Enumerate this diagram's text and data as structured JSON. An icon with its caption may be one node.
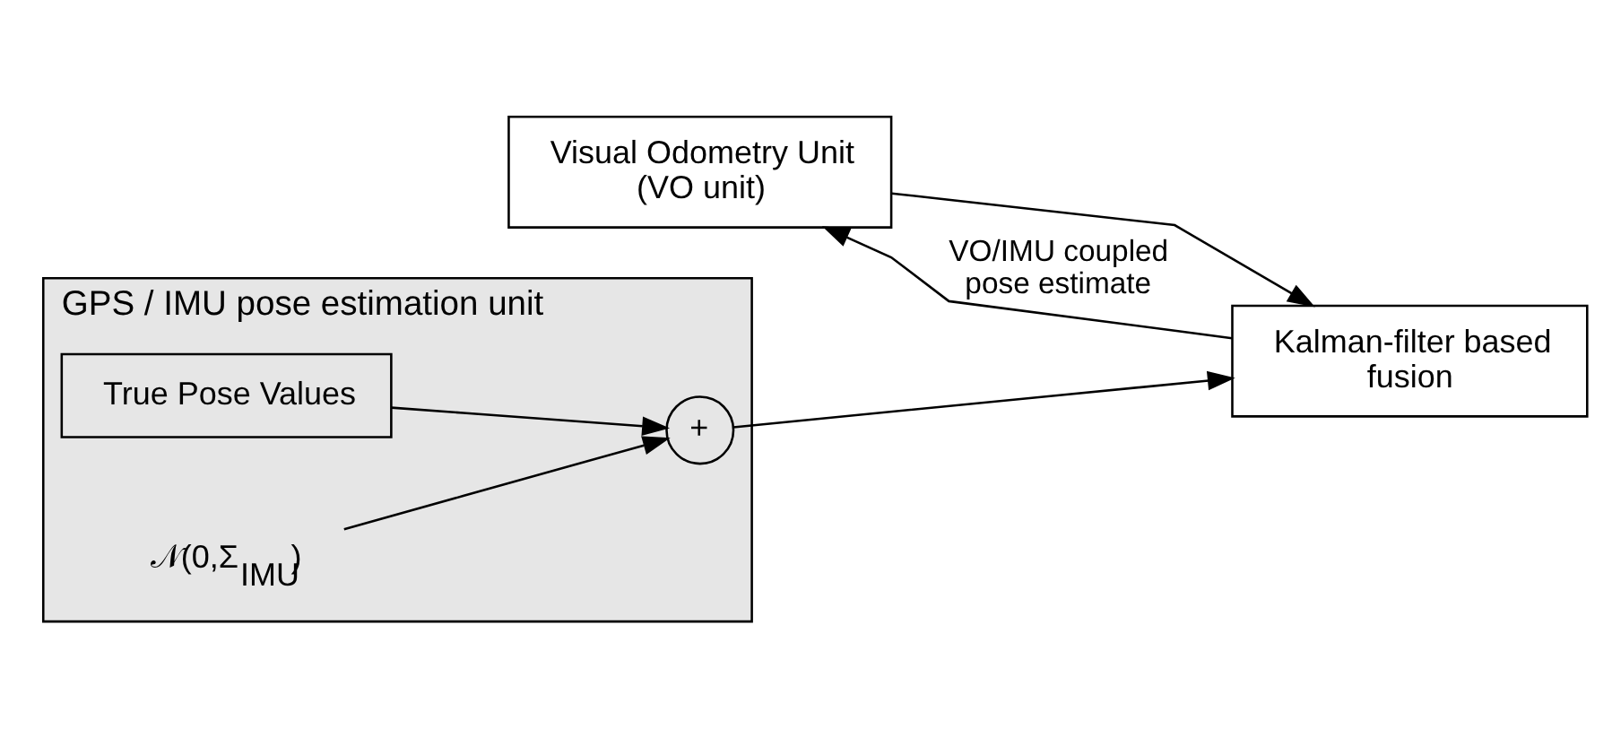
{
  "diagram": {
    "nodes": [
      {
        "text": [
          "Visual Odometry Unit (VO unit)"
        ]
      },
      {
        "text": [
          "Kalman-filter based fusion"
        ]
      },
      {
        "text": [
          "GPS / IMU pose estimation unit"
        ]
      },
      {
        "text": [
          "True Pose Values"
        ],
        "in": 2
      },
      {
        "text": [
          "𝒩(0,Σ$_{IMU}$)"
        ],
        "in": 2
      },
      {
        "text": [
          "+"
        ],
        "in": 2
      }
    ],
    "edges": [
      {
        "from": 1,
        "to": 0,
        "arrow": "to",
        "label": "VO/IMU coupled pose estimate"
      },
      {
        "from": 0,
        "to": 1,
        "arrow": "to"
      },
      {
        "from": 3,
        "to": 5,
        "arrow": "to"
      },
      {
        "from": 4,
        "to": 5,
        "arrow": "to"
      },
      {
        "from": 5,
        "to": 1,
        "arrow": "to"
      }
    ]
  }
}
